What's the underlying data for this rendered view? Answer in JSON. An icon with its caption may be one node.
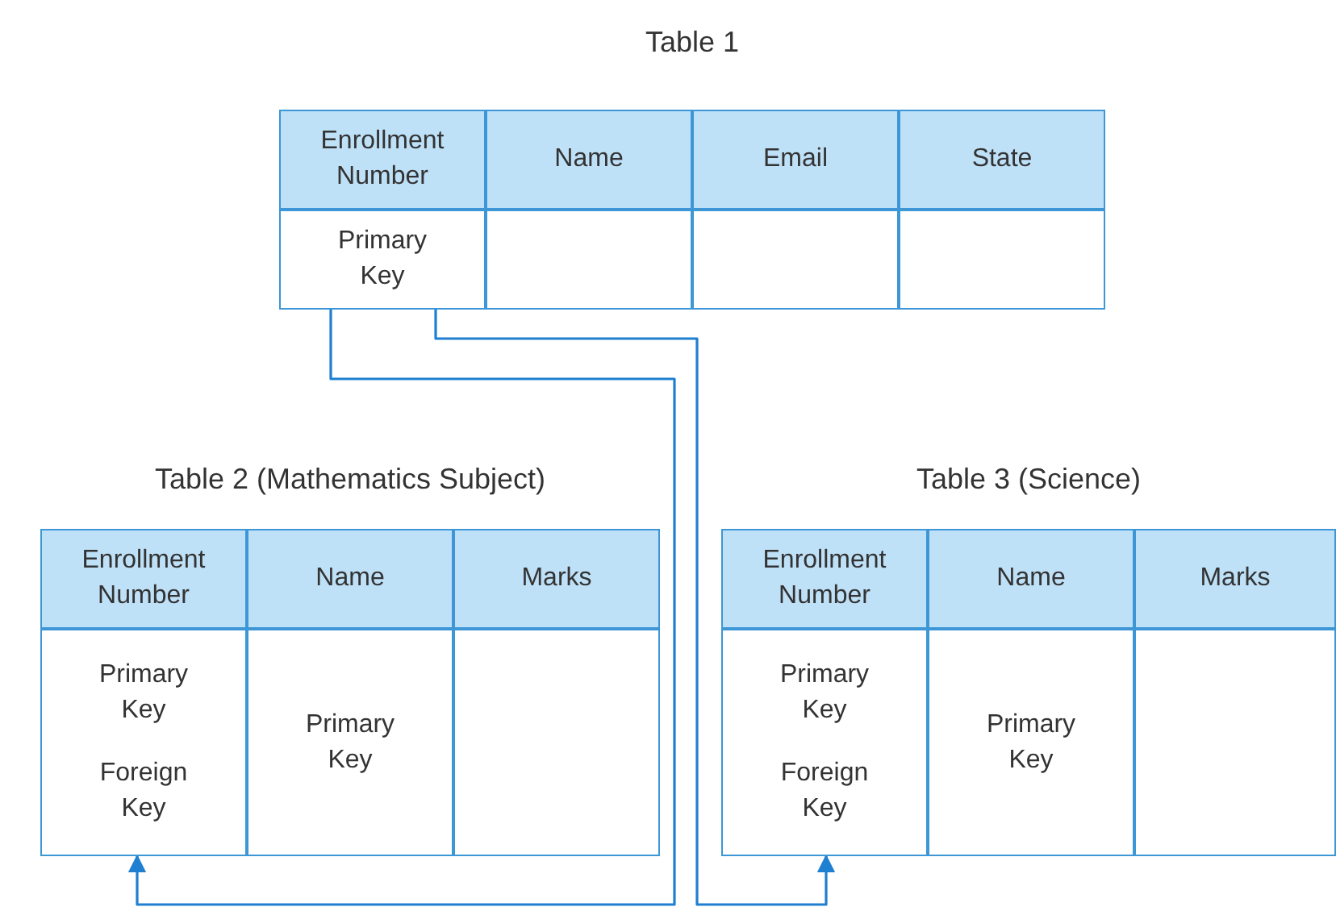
{
  "diagram": {
    "nodes": [
      {
        "text": [
          "Table 1"
        ]
      },
      {
        "text": [
          "Enrollment Number"
        ],
        "in": 0
      },
      {
        "text": [
          "Name"
        ],
        "in": 0
      },
      {
        "text": [
          "Email"
        ],
        "in": 0
      },
      {
        "text": [
          "State"
        ],
        "in": 0
      },
      {
        "text": [
          "Primary Key"
        ],
        "in": 0
      },
      {
        "text": [],
        "shape": "box",
        "in": 0
      },
      {
        "text": [],
        "shape": "box",
        "in": 0
      },
      {
        "text": [],
        "shape": "box",
        "in": 0
      },
      {
        "text": [
          "Table 2 (Mathematics Subject)"
        ]
      },
      {
        "text": [
          "Enrollment Number"
        ],
        "in": 9
      },
      {
        "text": [
          "Name"
        ],
        "in": 9
      },
      {
        "text": [
          "Marks"
        ],
        "in": 9
      },
      {
        "text": [
          "Primary Key",
          "Foreign Key"
        ],
        "in": 9
      },
      {
        "text": [
          "Primary Key"
        ],
        "in": 9
      },
      {
        "text": [],
        "shape": "box",
        "in": 9
      },
      {
        "text": [
          "Table 3 (Science)"
        ]
      },
      {
        "text": [
          "Enrollment Number"
        ],
        "in": 16
      },
      {
        "text": [
          "Name"
        ],
        "in": 16
      },
      {
        "text": [
          "Marks"
        ],
        "in": 16
      },
      {
        "text": [
          "Primary Key",
          "Foreign Key"
        ],
        "in": 16
      },
      {
        "text": [
          "Primary Key"
        ],
        "in": 16
      },
      {
        "text": [],
        "shape": "box",
        "in": 16
      }
    ],
    "edges": [
      {
        "from": 5,
        "to": 13,
        "arrow": "to"
      },
      {
        "from": 5,
        "to": 20,
        "arrow": "to"
      }
    ]
  }
}
